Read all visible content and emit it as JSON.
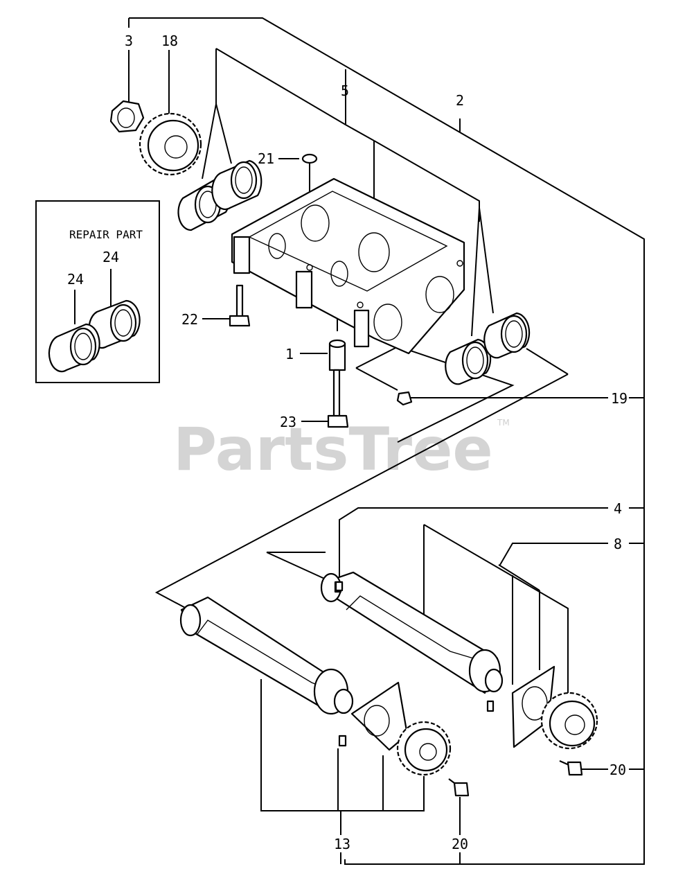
{
  "watermark": {
    "text": "PartsTree",
    "tm": "TM"
  },
  "repair_box": {
    "title": "REPAIR PART",
    "labels": [
      "24",
      "24"
    ]
  },
  "callouts": {
    "c1": "1",
    "c2": "2",
    "c3": "3",
    "c4": "4",
    "c5": "5",
    "c8": "8",
    "c13": "13",
    "c18": "18",
    "c19": "19",
    "c20a": "20",
    "c20b": "20",
    "c21": "21",
    "c22": "22",
    "c23": "23"
  }
}
